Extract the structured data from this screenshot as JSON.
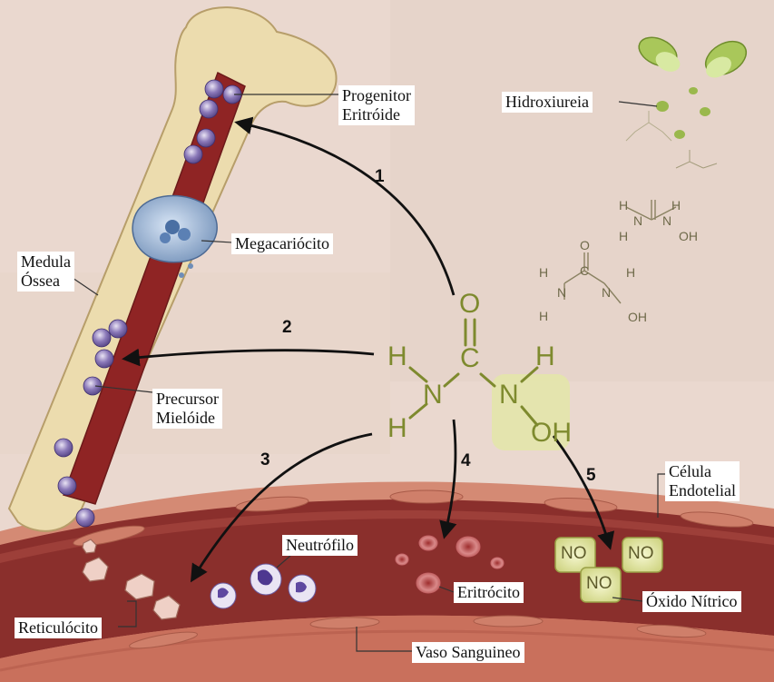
{
  "labels": {
    "progenitor": [
      "Progenitor",
      "Eritróide"
    ],
    "hydroxyurea": "Hidroxiureia",
    "megakaryocyte": "Megacariócito",
    "marrow": [
      "Medula",
      "Óssea"
    ],
    "myeloid": [
      "Precursor",
      "Mielóide"
    ],
    "endothelial": [
      "Célula",
      "Endotelial"
    ],
    "neutrophil": "Neutrófilo",
    "erythrocyte": "Eritrócito",
    "nitric_oxide": "Óxido Nítrico",
    "reticulocyte": "Reticulócito",
    "vessel": "Vaso Sanguineo"
  },
  "arrows": [
    "1",
    "2",
    "3",
    "4",
    "5"
  ],
  "molecule": {
    "O": "O",
    "C": "C",
    "N": "N",
    "H": "H",
    "OH": "OH"
  },
  "no_label": "NO",
  "colors": {
    "background": "#ead8cf",
    "bone": "#ecdcae",
    "marrow": "#8f2424",
    "vessel_wall": "#c96e58",
    "vessel_lumen": "#8c2f2d",
    "molecule": "#7e8a2e",
    "highlight": "#dfe2a4"
  }
}
